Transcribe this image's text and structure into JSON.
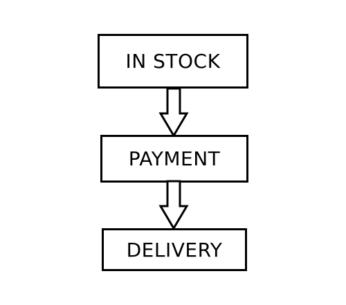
{
  "flow": {
    "steps": [
      {
        "label": "IN STOCK"
      },
      {
        "label": "PAYMENT"
      },
      {
        "label": "DELIVERY"
      }
    ]
  },
  "colors": {
    "stroke": "#000000",
    "background": "#ffffff"
  },
  "icons": {
    "connector": "hollow-down-arrow-icon"
  }
}
